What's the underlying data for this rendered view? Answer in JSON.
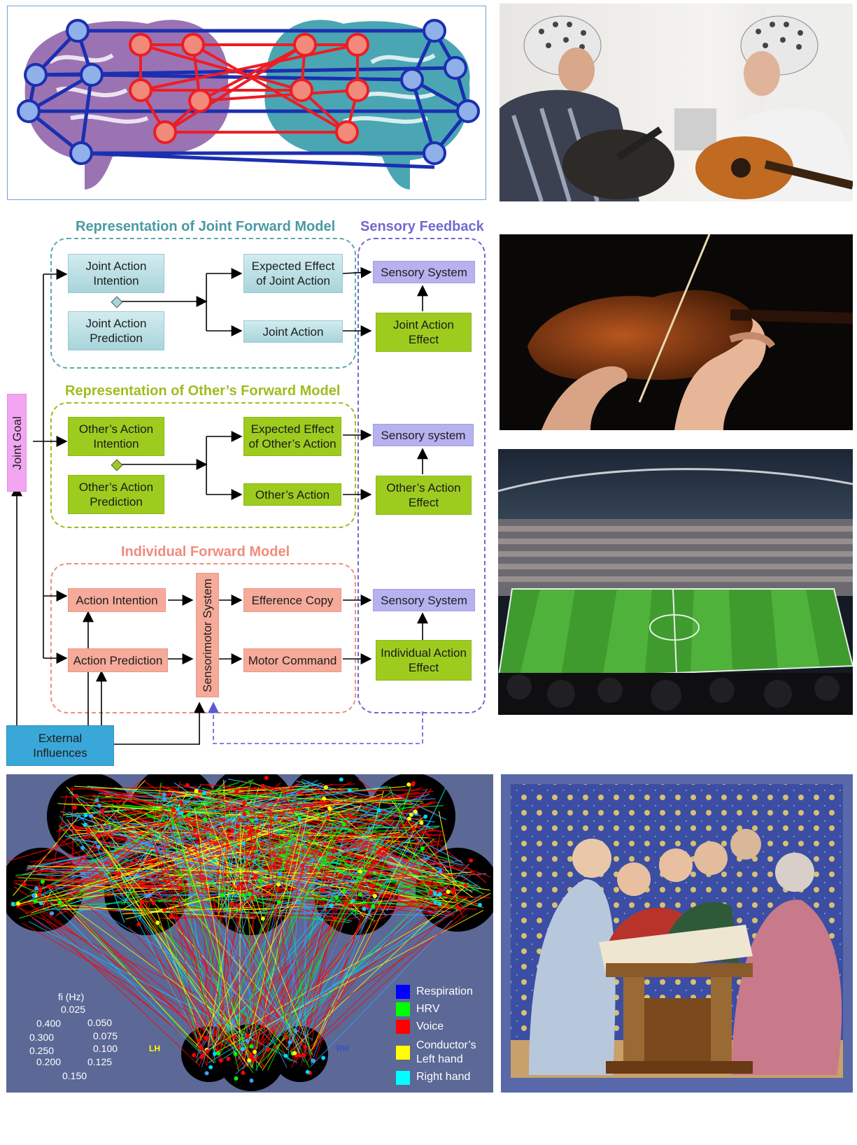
{
  "diagram": {
    "groups": {
      "joint": "Representation of Joint Forward Model",
      "sensory": "Sensory Feedback",
      "other": "Representation of Other’s Forward Model",
      "individual": "Individual Forward Model"
    },
    "boxes": {
      "joint_goal": "Joint Goal",
      "joint_action_intention": "Joint Action\nIntention",
      "joint_action_prediction": "Joint Action\nPrediction",
      "expected_effect_joint": "Expected Effect\nof Joint Action",
      "joint_action": "Joint Action",
      "sensory_system_1": "Sensory System",
      "joint_action_effect": "Joint Action\nEffect",
      "others_action_intention": "Other’s Action\nIntention",
      "others_action_prediction": "Other’s Action\nPrediction",
      "expected_effect_other": "Expected Effect\nof Other’s Action",
      "others_action": "Other’s Action",
      "sensory_system_2": "Sensory system",
      "others_action_effect": "Other’s Action\nEffect",
      "action_intention": "Action Intention",
      "action_prediction": "Action Prediction",
      "sensorimotor_system": "Sensorimotor System",
      "efference_copy": "Efference Copy",
      "motor_command": "Motor Command",
      "sensory_system_3": "Sensory System",
      "individual_action_effect": "Individual Action\nEffect",
      "external_influences": "External\nInfluences"
    },
    "colors": {
      "teal": "#5aa8ad",
      "green": "#9dcc1f",
      "salmon": "#f08c7c",
      "purple": "#6f6ad0",
      "pink": "#f09cf0",
      "blue": "#3aa7d9"
    }
  },
  "network": {
    "freq_label": "fi (Hz)",
    "freqs": [
      "0.025",
      "0.050",
      "0.075",
      "0.100",
      "0.125",
      "0.150",
      "0.200",
      "0.250",
      "0.300",
      "0.400"
    ],
    "lh": "LH",
    "rh": "RH",
    "legend": [
      {
        "label": "Respiration",
        "color": "#0000ff"
      },
      {
        "label": "HRV",
        "color": "#00ff00"
      },
      {
        "label": "Voice",
        "color": "#ff0000"
      },
      {
        "label": "Conductor’s\nLeft hand",
        "color": "#ffff00"
      },
      {
        "label": "Right hand",
        "color": "#00ffff"
      }
    ]
  },
  "photos": {
    "guitarists": "guitarists-photo",
    "violin": "violin-photo",
    "stadium": "stadium-photo",
    "choir": "medieval-choir-painting"
  }
}
